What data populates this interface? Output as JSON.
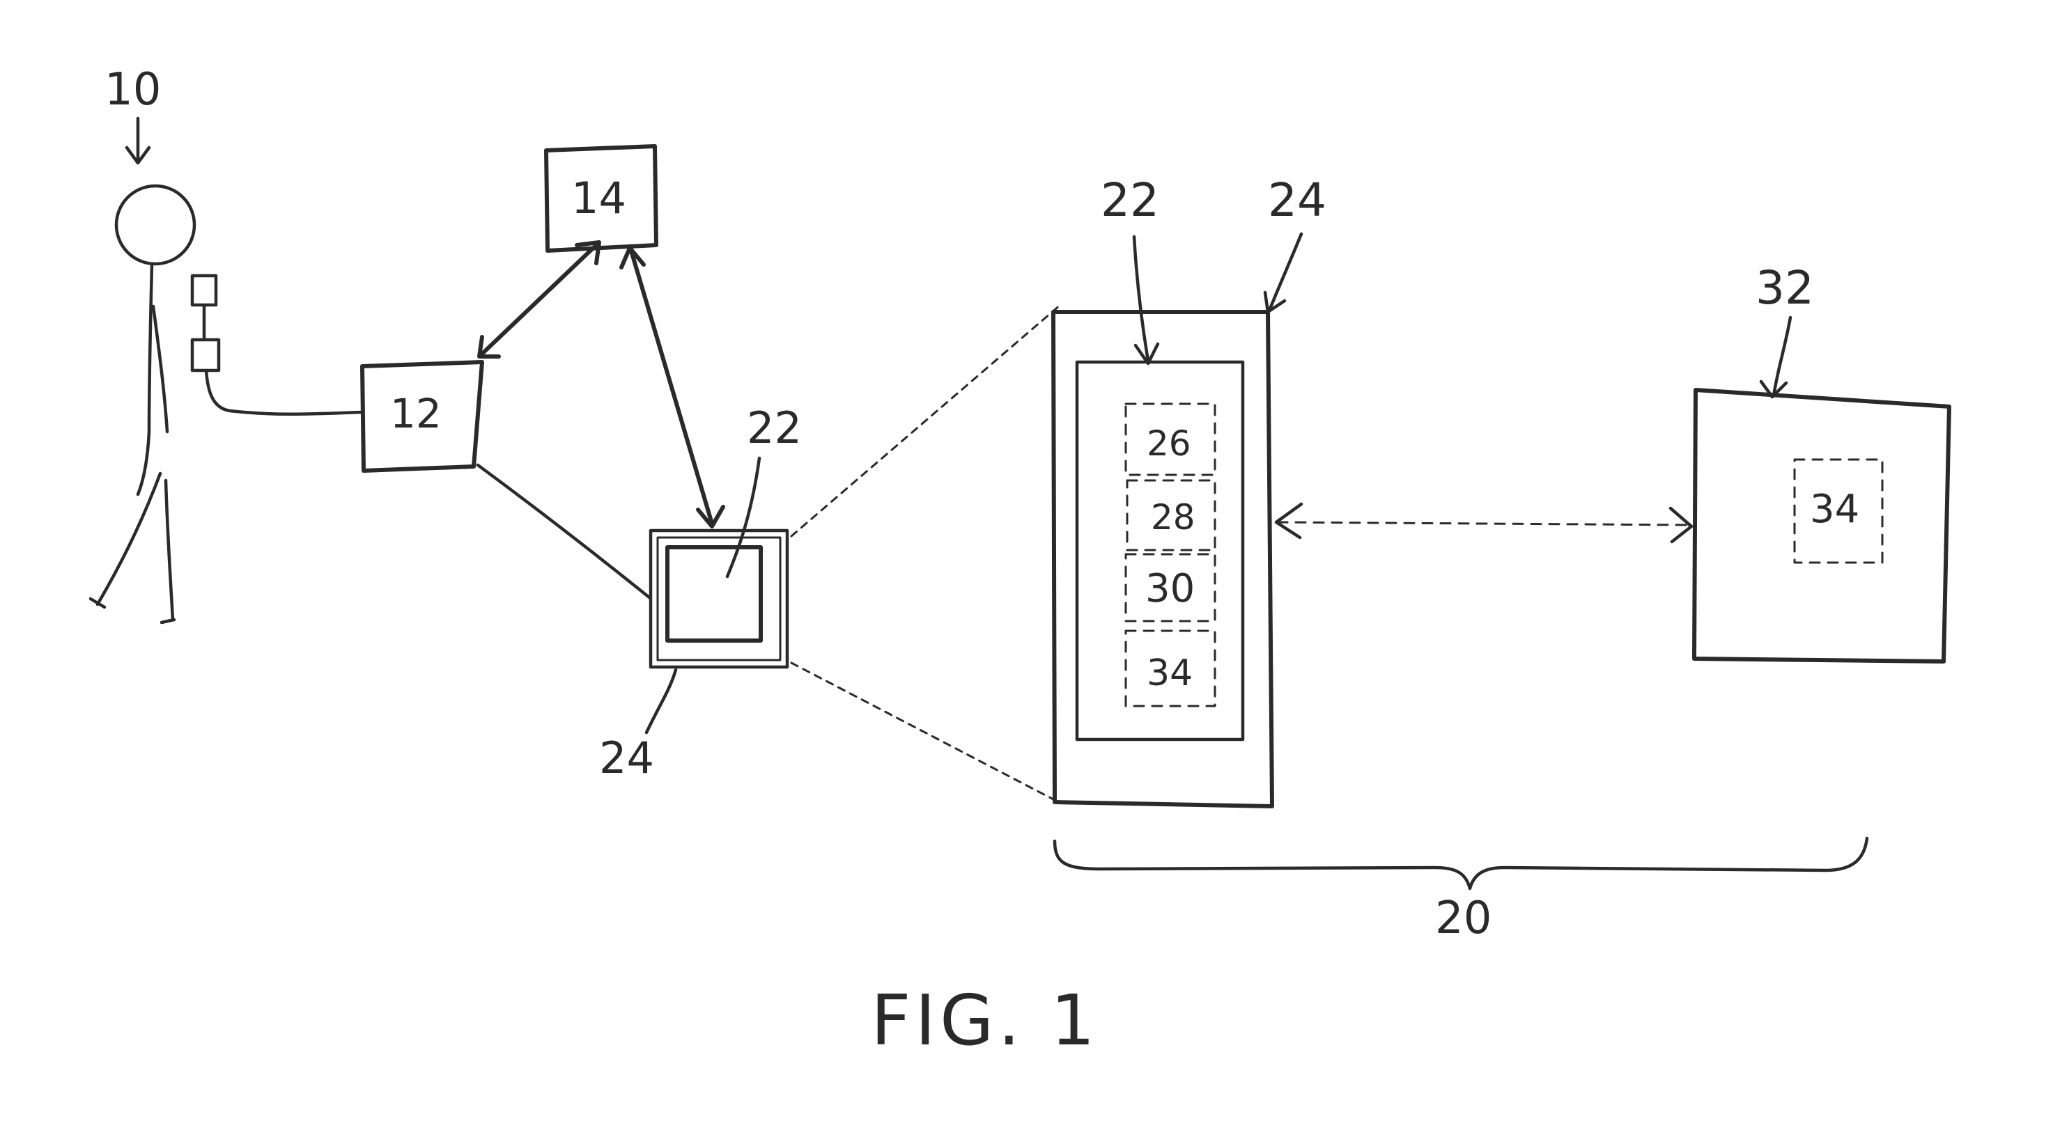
{
  "figure": {
    "caption": "FIG. 1",
    "ink_color": "#2a2a2a",
    "background_color": "#ffffff"
  },
  "labels": {
    "user": "10",
    "device": "12",
    "server": "14",
    "system": "20",
    "screen_small": "22",
    "housing_small": "24",
    "screen_large": "22",
    "housing_large": "24",
    "module_a": "26",
    "module_b": "28",
    "module_c": "30",
    "module_d": "34",
    "remote_device": "32",
    "remote_module": "34"
  }
}
